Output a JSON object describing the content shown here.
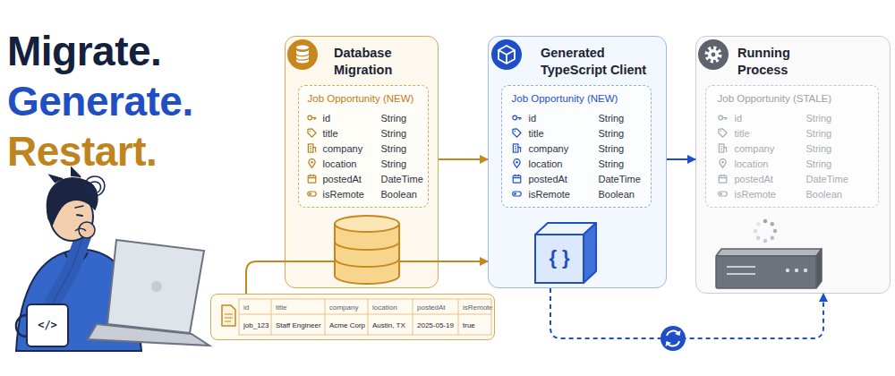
{
  "diagram": {
    "nodes": [
      {
        "text": [
          "Database Migration"
        ]
      },
      {
        "text": [
          "Job Opportunity (NEW)",
          "id",
          "String",
          "title",
          "String",
          "company",
          "String",
          "location",
          "String",
          "postedAt",
          "DateTime",
          "isRemote",
          "Boolean"
        ],
        "in": 0
      },
      {
        "text": [
          "Generated TypeScript Client"
        ]
      },
      {
        "text": [
          "Job Opportunity (NEW)",
          "id",
          "String",
          "title",
          "String",
          "company",
          "String",
          "location",
          "String",
          "postedAt",
          "DateTime",
          "isRemote",
          "Boolean"
        ],
        "in": 2
      },
      {
        "text": [
          "Running Process"
        ]
      },
      {
        "text": [
          "Job Opportunity (STALE)",
          "id",
          "String",
          "title",
          "String",
          "company",
          "String",
          "location",
          "String",
          "postedAt",
          "DateTime",
          "isRemote",
          "Boolean"
        ],
        "in": 4
      },
      {
        "text": [
          "id",
          "title",
          "company",
          "location",
          "postedAt",
          "isRemote",
          "job_123",
          "Staff Engineer",
          "Acme Corp",
          "Austin, TX",
          "2025-05-19",
          "true"
        ]
      }
    ],
    "edges": [
      {
        "from": 0,
        "to": 2,
        "arrow": "to"
      },
      {
        "from": 2,
        "to": 4,
        "arrow": "to"
      },
      {
        "from": 6,
        "to": 2,
        "arrow": "to"
      },
      {
        "from": 2,
        "to": 4,
        "arrow": "to"
      }
    ],
    "labels": [
      "Migrate.",
      "Generate.",
      "Restart.",
      "</>",
      "{ }"
    ]
  }
}
